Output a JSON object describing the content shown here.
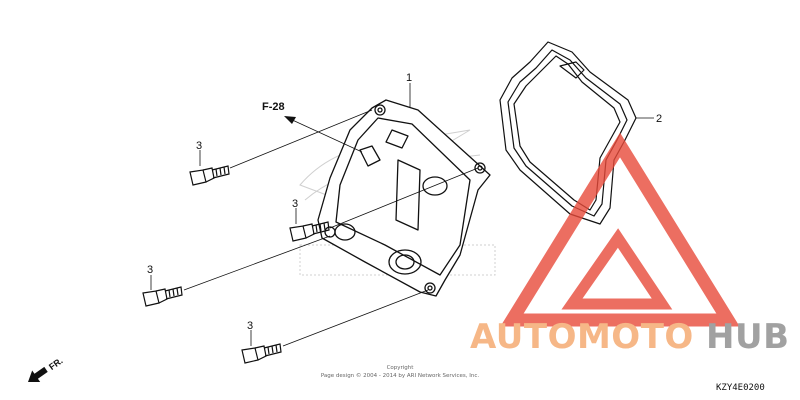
{
  "callouts": {
    "part1": "1",
    "part2": "2",
    "bolt_a": "3",
    "bolt_b": "3",
    "bolt_c": "3",
    "bolt_d": "3",
    "ref": "F-28"
  },
  "direction_label": "FR.",
  "copyright": {
    "line1": "Copyright",
    "line2": "Page design © 2004 - 2014 by ARI Network Services, Inc."
  },
  "diagram_code": "KZY4E0200",
  "watermark": {
    "part_a": "AUTOMOTO",
    "part_b": "HUB",
    "color_a": "#f4a66a",
    "color_b": "#8a8a8a",
    "triangle_color": "#e84a3a"
  }
}
